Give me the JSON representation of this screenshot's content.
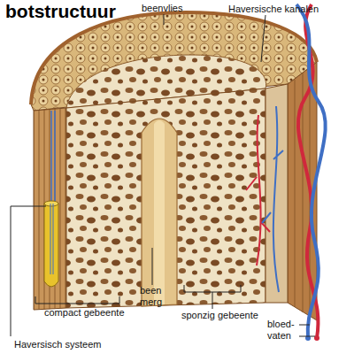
{
  "diagram": {
    "title": "botstructuur",
    "labels": [
      "beenvlies",
      "Haversische kanalen",
      "been merg",
      "compact gebeente",
      "sponzig gebeente",
      "bloed- vaten",
      "Haversisch systeem"
    ]
  }
}
